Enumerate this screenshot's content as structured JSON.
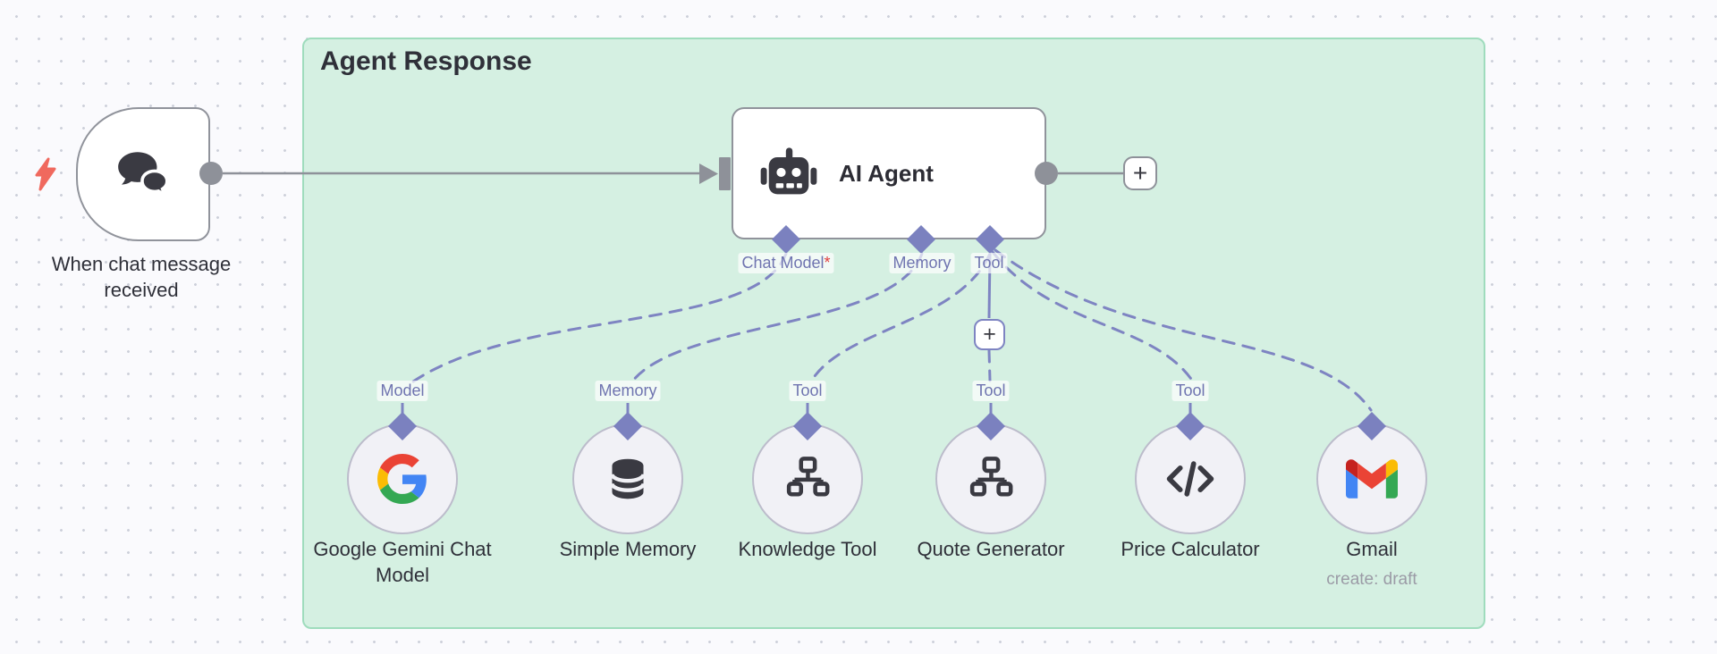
{
  "workspace": {
    "group_title": "Agent Response"
  },
  "trigger_node": {
    "label": "When chat message received",
    "icon": "chat-bubbles-icon"
  },
  "agent_node": {
    "title": "AI Agent",
    "icon": "robot-icon",
    "output_ports": {
      "chat_model": {
        "label": "Chat Model",
        "required_marker": "*"
      },
      "memory": {
        "label": "Memory"
      },
      "tool": {
        "label": "Tool"
      }
    }
  },
  "add_buttons": {
    "after_agent": "+",
    "on_tool_connection": "+"
  },
  "sub_nodes": [
    {
      "name": "Google Gemini Chat Model",
      "port_label": "Model",
      "icon": "google-logo-icon"
    },
    {
      "name": "Simple Memory",
      "port_label": "Memory",
      "icon": "database-icon"
    },
    {
      "name": "Knowledge Tool",
      "port_label": "Tool",
      "icon": "sitemap-icon"
    },
    {
      "name": "Quote Generator",
      "port_label": "Tool",
      "icon": "sitemap-icon"
    },
    {
      "name": "Price Calculator",
      "port_label": "Tool",
      "icon": "code-icon"
    },
    {
      "name": "Gmail",
      "subtitle": "create: draft",
      "port_label": "",
      "icon": "gmail-icon"
    }
  ],
  "colors": {
    "canvas_bg": "#fafafd",
    "group_fill": "#d5f0e2",
    "group_border": "#9fdcbd",
    "connection_gray": "#8e9199",
    "connection_purple": "#7e84c2",
    "node_border": "#90939b",
    "circle_fill": "#f1f1f6",
    "trigger_bolt": "#f0695e",
    "port_label_text": "#6f74b0",
    "required_asterisk": "#e03e3e",
    "subtitle_text": "#9b9ba6",
    "icon_dark": "#3a3a42"
  }
}
